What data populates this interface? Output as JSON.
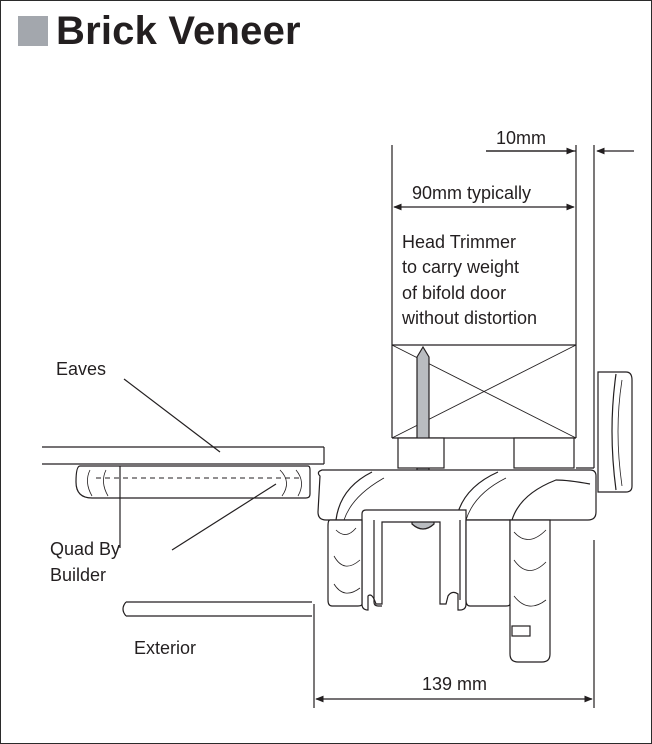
{
  "title": "Brick Veneer",
  "labels": {
    "dim_10mm": "10mm",
    "dim_90mm": "90mm typically",
    "head_trimmer": [
      "Head Trimmer",
      "to carry weight",
      "of bifold door",
      "without distortion"
    ],
    "eaves": "Eaves",
    "quad": [
      "Quad By",
      "Builder"
    ],
    "exterior": "Exterior",
    "dim_139mm": "139 mm"
  },
  "colors": {
    "title_square": "#a3a7ad",
    "line": "#231f20",
    "bolt_fill": "#b9bcc0"
  }
}
